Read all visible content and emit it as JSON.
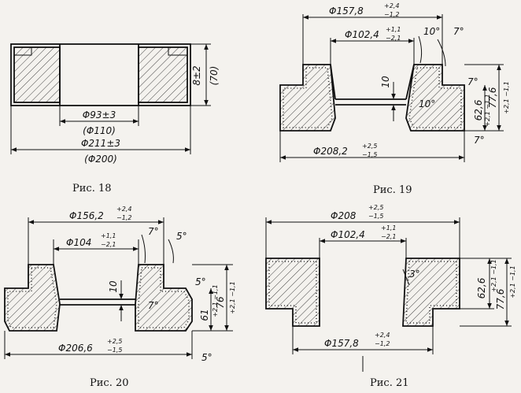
{
  "fig18": {
    "caption": "Рис. 18",
    "height": "8±2",
    "height_alt": "(70)",
    "inner_d": "Φ93±3",
    "inner_d_alt": "(Φ110)",
    "outer_d": "Φ211±3",
    "outer_d_alt": "(Φ200)"
  },
  "fig19": {
    "caption": "Рис. 19",
    "top_d": "Φ157,8",
    "top_d_up": "+2,4",
    "top_d_lo": "−1,2",
    "inner_d": "Φ102,4",
    "inner_d_up": "+1,1",
    "inner_d_lo": "−2,1",
    "bottom_d": "Φ208,2",
    "bottom_d_up": "+2,5",
    "bottom_d_lo": "−1,5",
    "angle_a": "10°",
    "angle_b": "7°",
    "angle_c": "7°",
    "angle_d": "10°",
    "angle_e": "7°",
    "step": "10",
    "h1": "62,6",
    "h1_tol": "+2,1 −1,1",
    "h2": "77,6",
    "h2_tol": "+2,1 −1,1"
  },
  "fig20": {
    "caption": "Рис. 20",
    "top_d": "Φ156,2",
    "top_d_up": "+2,4",
    "top_d_lo": "−1,2",
    "inner_d": "Φ104",
    "inner_d_up": "+1,1",
    "inner_d_lo": "−2,1",
    "bottom_d": "Φ206,6",
    "bottom_d_up": "+2,5",
    "bottom_d_lo": "−1,5",
    "angle_a": "7°",
    "angle_b": "5°",
    "angle_c": "7°",
    "angle_d": "5°",
    "angle_e": "5°",
    "step": "10",
    "h1": "61",
    "h1_tol": "+2,1 −1,1",
    "h2": "76",
    "h2_tol": "+2,1 −1,1"
  },
  "fig21": {
    "caption": "Рис. 21",
    "top_d": "Φ208",
    "top_d_up": "+2,5",
    "top_d_lo": "−1,5",
    "inner_d": "Φ102,4",
    "inner_d_up": "+1,1",
    "inner_d_lo": "−2,1",
    "bottom_d": "Φ157,8",
    "bottom_d_up": "+2,4",
    "bottom_d_lo": "−1,2",
    "angle_a": "3°",
    "h1": "62,6",
    "h1_tol": "+2,1 −1,1",
    "h2": "77,6",
    "h2_tol": "+2,1 −1,1"
  }
}
